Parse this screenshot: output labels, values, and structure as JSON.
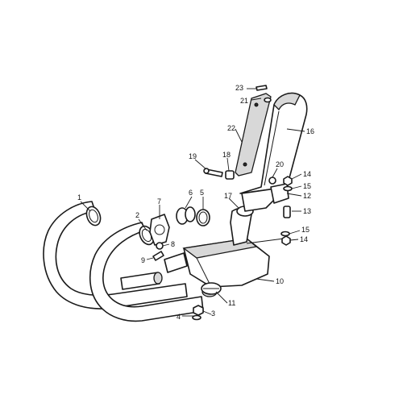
{
  "diagram": {
    "callouts": [
      "1",
      "2",
      "3",
      "4",
      "5",
      "6",
      "7",
      "8",
      "9",
      "10",
      "11",
      "12",
      "13",
      "14",
      "14",
      "15",
      "15",
      "16",
      "17",
      "18",
      "19",
      "20",
      "21",
      "22",
      "23"
    ]
  },
  "icons": {
    "header_pipe": "exhaust-header-pipe-icon",
    "muffler": "silencer-icon",
    "collector": "collector-box-icon"
  }
}
